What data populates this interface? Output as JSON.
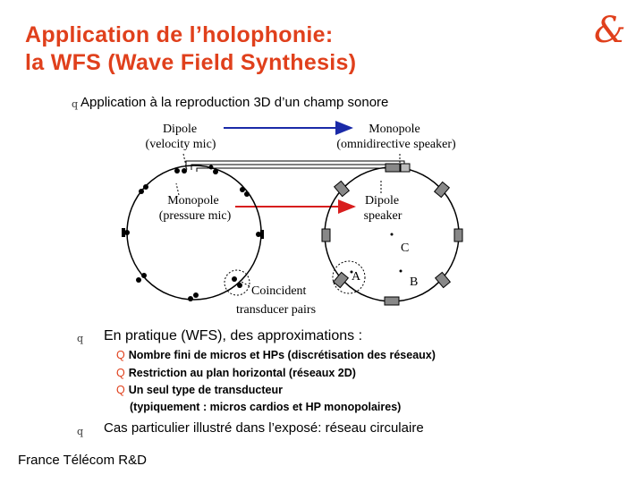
{
  "title": {
    "line1": "Application de l’holophonie:",
    "line2": "la WFS (Wave Field Synthesis)"
  },
  "bullets": {
    "marker": "q",
    "item1": "Application à la reproduction 3D d’un champ sonore",
    "item2": "En pratique (WFS), des approximations :",
    "item3": "Cas particulier illustré dans l’exposé: réseau circulaire"
  },
  "sub_bullets": {
    "marker": "Q",
    "items": [
      "Nombre fini de micros et HPs (discrétisation des réseaux)",
      "Restriction au plan horizontal (réseaux 2D)",
      "Un seul type de transducteur"
    ],
    "continuation": "(typiquement : micros cardios et HP monopolaires)"
  },
  "diagram": {
    "labels": {
      "dipole": "Dipole",
      "velocity_mic": "(velocity mic)",
      "monopole_top": "Monopole",
      "omni_speaker": "(omnidirective speaker)",
      "monopole_mid": "Monopole",
      "pressure_mic": "(pressure mic)",
      "dipole_speaker_1": "Dipole",
      "dipole_speaker_2": "speaker",
      "point_c": "C",
      "point_a": "A",
      "point_b": "B",
      "coincident": "Coincident",
      "transducer_pairs": "transducer pairs"
    },
    "colors": {
      "blue_arrow": "#1a2aa8",
      "red_arrow": "#d81e1e"
    }
  },
  "footer": "France Télécom R&D",
  "colors": {
    "accent": "#e0401c"
  }
}
